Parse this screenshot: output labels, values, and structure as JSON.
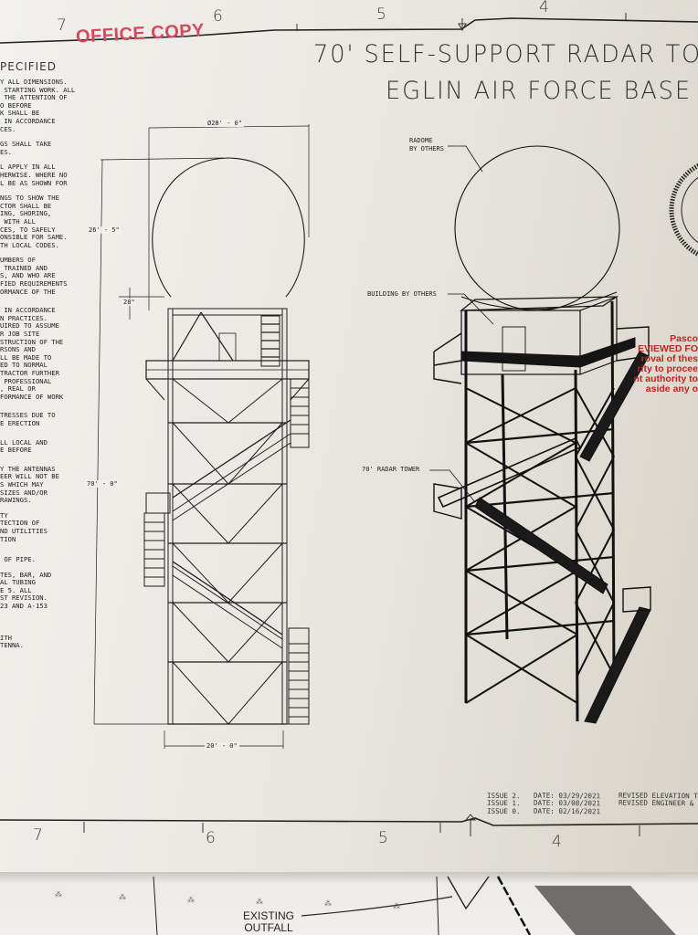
{
  "stamp": {
    "text": "OFFICE COPY",
    "color": "#d44a5c"
  },
  "title": {
    "line1": "70' SELF-SUPPORT RADAR TO",
    "line2": "EGLIN AIR FORCE BASE"
  },
  "ruler_top": [
    "7",
    "6",
    "5",
    "4"
  ],
  "ruler_bottom": [
    "7",
    "6",
    "5",
    "4"
  ],
  "notes": {
    "heading": "PECIFIED",
    "blocks": [
      "Y ALL DIMENSIONS.\n STARTING WORK. ALL\n THE ATTENTION OF\nO BEFORE\nK SHALL BE\n IN ACCORDANCE\nCES.",
      "GS SHALL TAKE\nES.",
      "L APPLY IN ALL\nHERWISE. WHERE NO\nL BE AS SHOWN FOR",
      "NGS TO SHOW THE\nCTOR SHALL BE\nING, SHORING,\n WITH ALL\nCES, TO SAFELY\nONSIBLE FOR SAME.\nTH LOCAL CODES.",
      "UMBERS OF\n TRAINED AND\nS, AND WHO ARE\nFIED REQUIREMENTS\nORMANCE OF THE",
      " IN ACCORDANCE\nN PRACTICES.\nUIRED TO ASSUME\nR JOB SITE\nSTRUCTION OF THE\nRSONS AND\nLL BE MADE TO\nED TO NORMAL\nTRACTOR FURTHER\n PROFESSIONAL\n, REAL OR\nFORMANCE OF WORK",
      "TRESSES DUE TO\nE ERECTION",
      "LL LOCAL AND\nE BEFORE",
      "Y THE ANTENNAS\nEER WILL NOT BE\nS WHICH MAY\nSIZES AND/OR\nRAWINGS.",
      "TY\nTECTION OF\nND UTILITIES\nTION",
      " OF PIPE.",
      "TES, BAR, AND\nAL TUBING\nE 5. ALL\nST REVISION.\n23 AND A-153",
      "ITH\nTENNA."
    ]
  },
  "elevation": {
    "dimensions": {
      "radome_diameter": "Ø28' - 0\"",
      "radome_height": "26' - 5\"",
      "radome_gap": "28\"",
      "tower_height": "70' - 0\"",
      "base_width": "20' - 0\""
    }
  },
  "isometric": {
    "callouts": {
      "radome": "RADOME\nBY OTHERS",
      "building": "BUILDING BY OTHERS",
      "tower": "70' RADAR TOWER"
    }
  },
  "review_stamp": {
    "lines": [
      "Pasco",
      "EVIEWED FO",
      "roval of thes",
      "rity to procee",
      "nt authority to",
      "aside any o"
    ],
    "color": "#c4231f"
  },
  "issues": [
    {
      "issue": "ISSUE 2.",
      "date": "DATE: 03/29/2021",
      "desc": "REVISED ELEVATION TO R"
    },
    {
      "issue": "ISSUE 1.",
      "date": "DATE: 03/08/2021",
      "desc": "REVISED ENGINEER & LEG"
    },
    {
      "issue": "ISSUE 0.",
      "date": "DATE: 02/16/2021",
      "desc": ""
    }
  ],
  "lower_sheet": {
    "callout": "EXISTING\nOUTFALL"
  }
}
